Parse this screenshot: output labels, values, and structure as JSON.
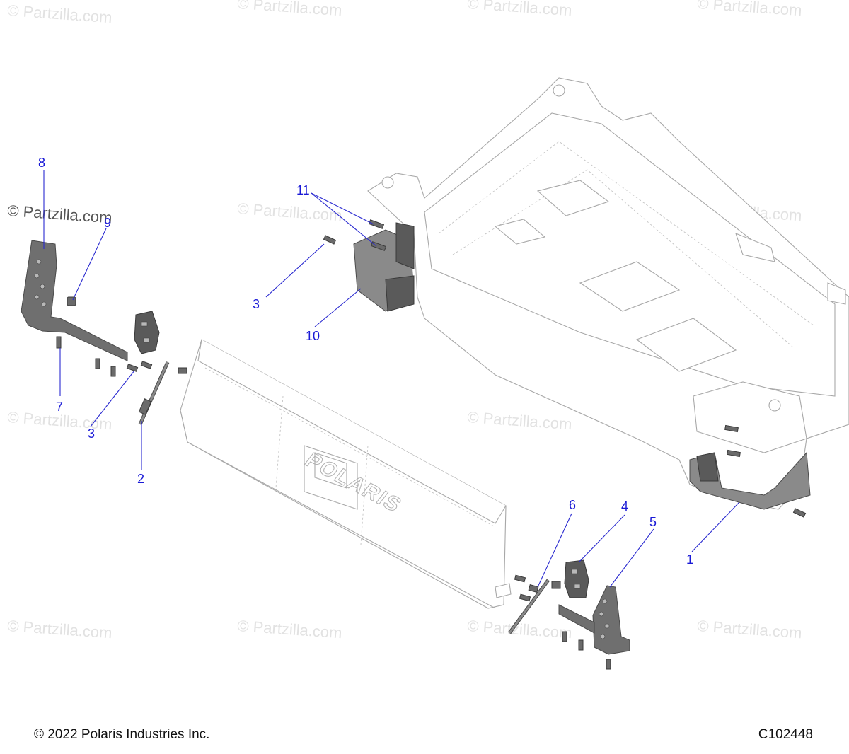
{
  "watermark": {
    "text": "© Partzilla.com",
    "prominent_text": "© Partzilla.com"
  },
  "callouts": {
    "c1": "1",
    "c2": "2",
    "c3a": "3",
    "c3b": "3",
    "c4": "4",
    "c5": "5",
    "c6": "6",
    "c7": "7",
    "c8": "8",
    "c9": "9",
    "c10": "10",
    "c11": "11"
  },
  "tailgate_logo": "POLARIS",
  "footer": {
    "copyright": "© 2022 Polaris Industries Inc.",
    "diagram_code": "C102448"
  },
  "colors": {
    "callout": "#1a1ad6",
    "part_fill": "#6f6f6f",
    "outline": "#a8a8a8",
    "watermark": "#e2e2e2"
  }
}
